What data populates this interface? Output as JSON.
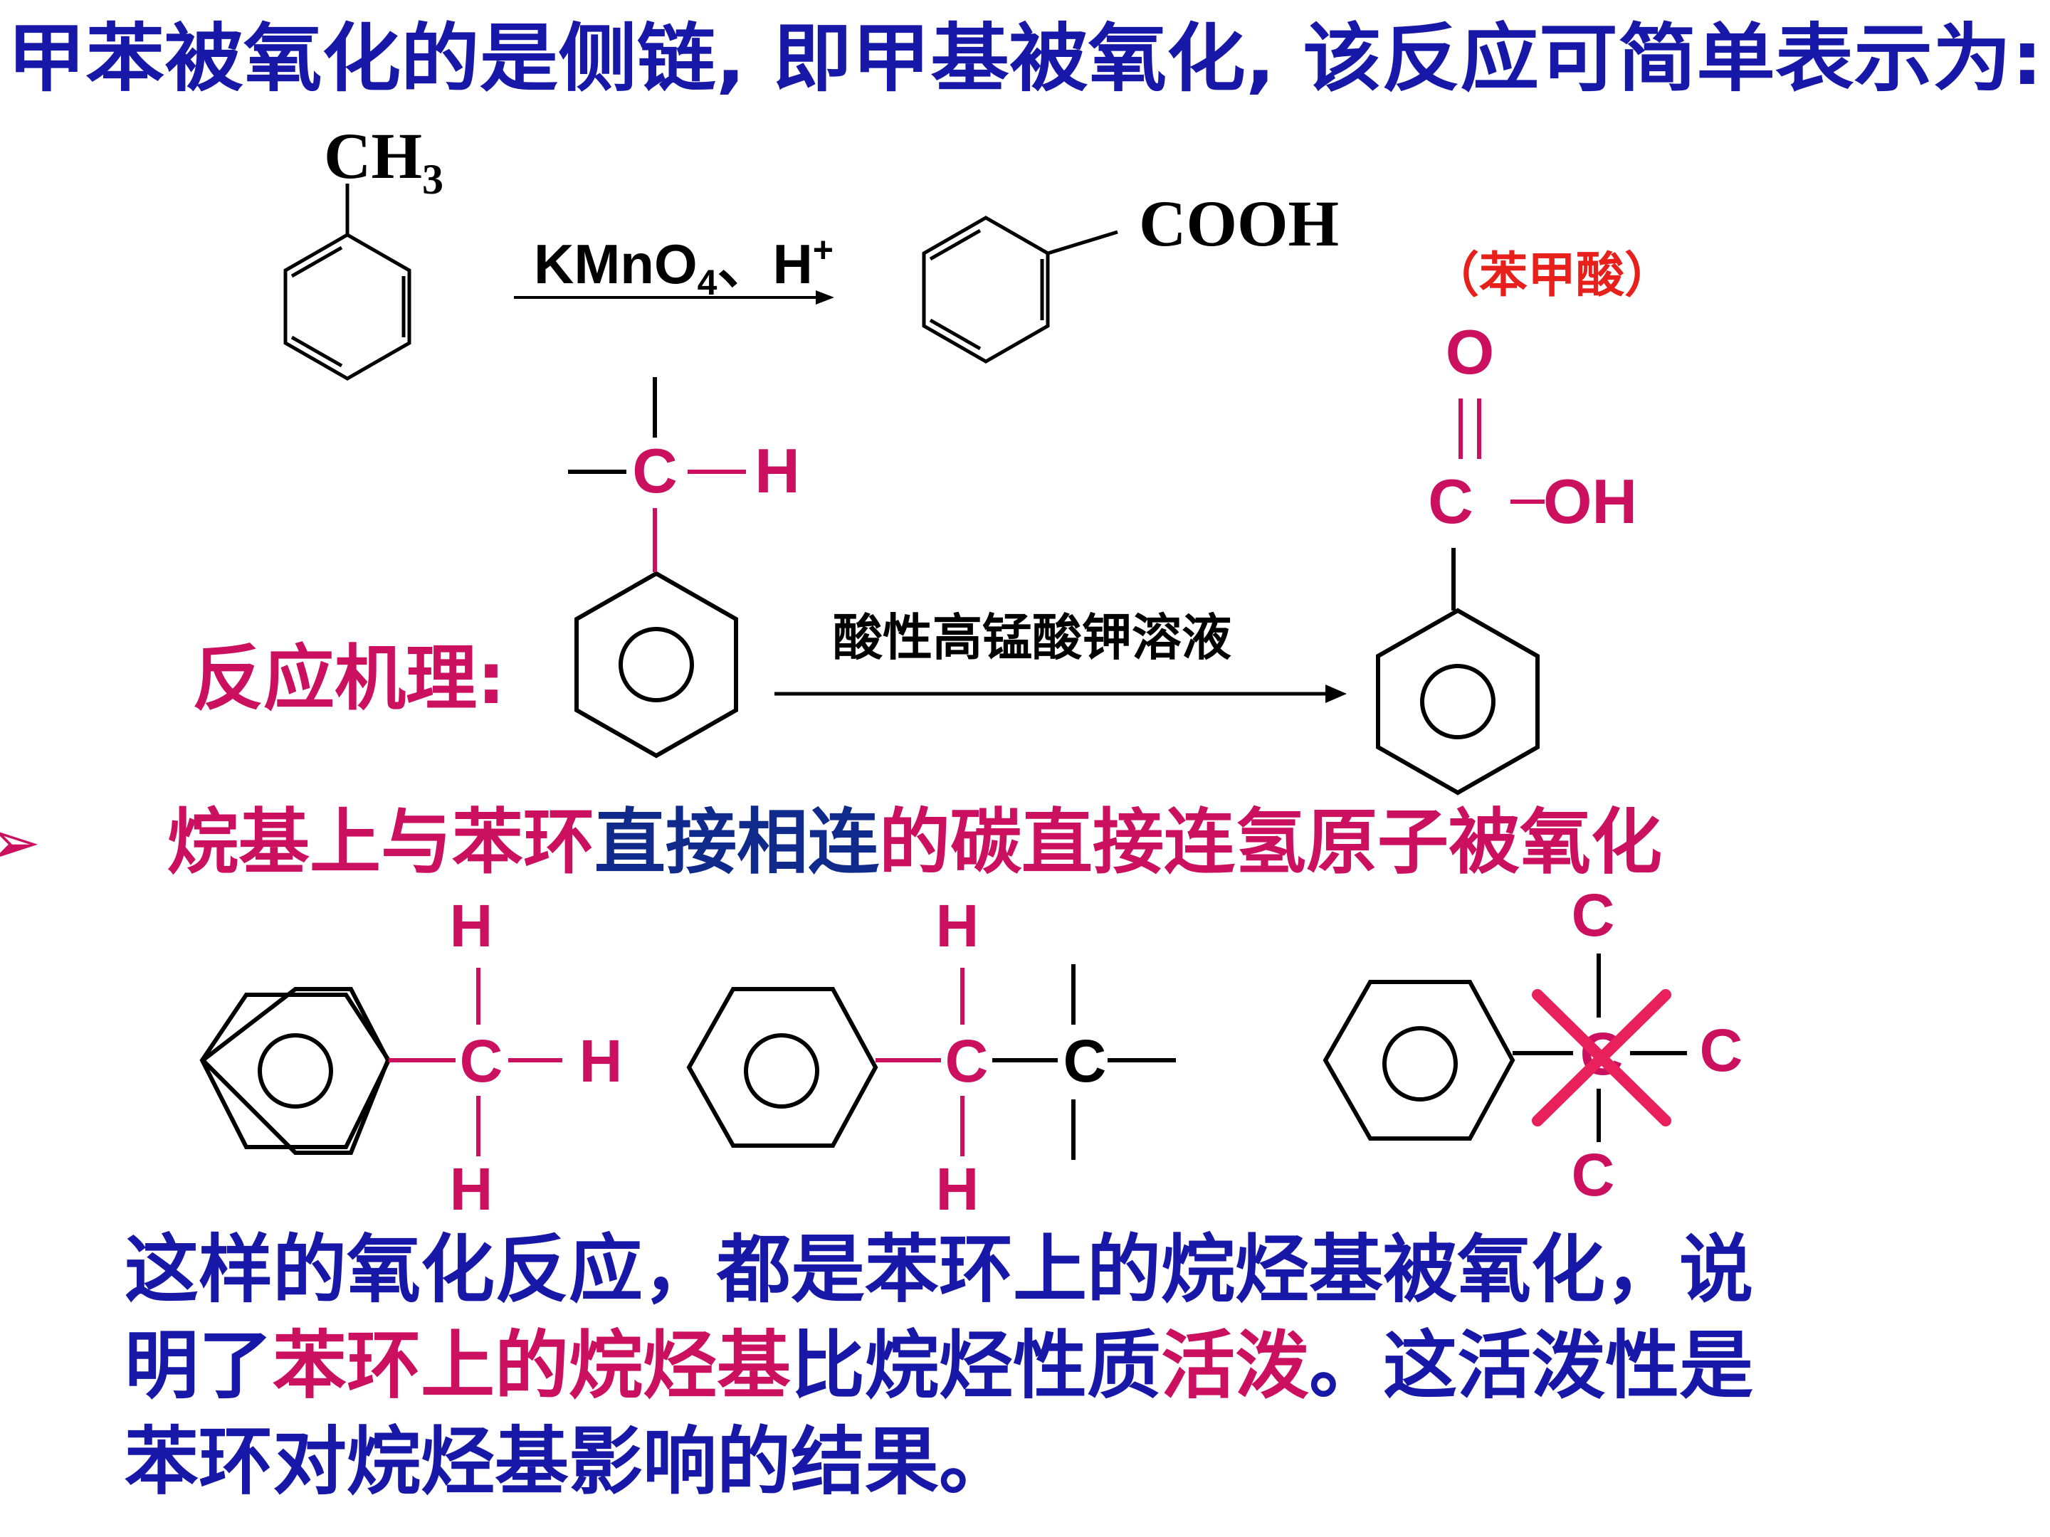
{
  "colors": {
    "blue": "#1818a8",
    "magenta": "#cc1060",
    "red": "#e8201c",
    "black": "#000000",
    "navy": "#102a8c"
  },
  "title": "甲苯被氧化的是侧链, 即甲基被氧化, 该反应可简单表示为:",
  "reaction1": {
    "reactant_group": "CH",
    "reactant_sub": "3",
    "reagent_main": "KMnO",
    "reagent_sub": "4",
    "reagent_sep": "、H",
    "reagent_sup": "+",
    "product_group": "COOH",
    "product_name": "（苯甲酸）"
  },
  "mechanism": {
    "label": "反应机理:",
    "reagent": "酸性高锰酸钾溶液",
    "left_c": "C",
    "left_h": "H",
    "right_o": "O",
    "right_c": "C",
    "right_oh": "OH"
  },
  "rule": {
    "bullet": "➢",
    "part1": "烷基上与苯环",
    "part2": "直接相连",
    "part3": "的碳直接连氢原子被氧化"
  },
  "examples": {
    "h": "H",
    "c": "C"
  },
  "conclusion": {
    "line1": "这样的氧化反应，都是苯环上的烷烃基被氧化，说",
    "line2_a": "明了",
    "line2_b": "苯环上的烷烃基",
    "line2_c": "比烷烃性质",
    "line2_d": "活泼",
    "line2_e": "。这活泼性是",
    "line3": "苯环对烷烃基影响的结果。"
  }
}
